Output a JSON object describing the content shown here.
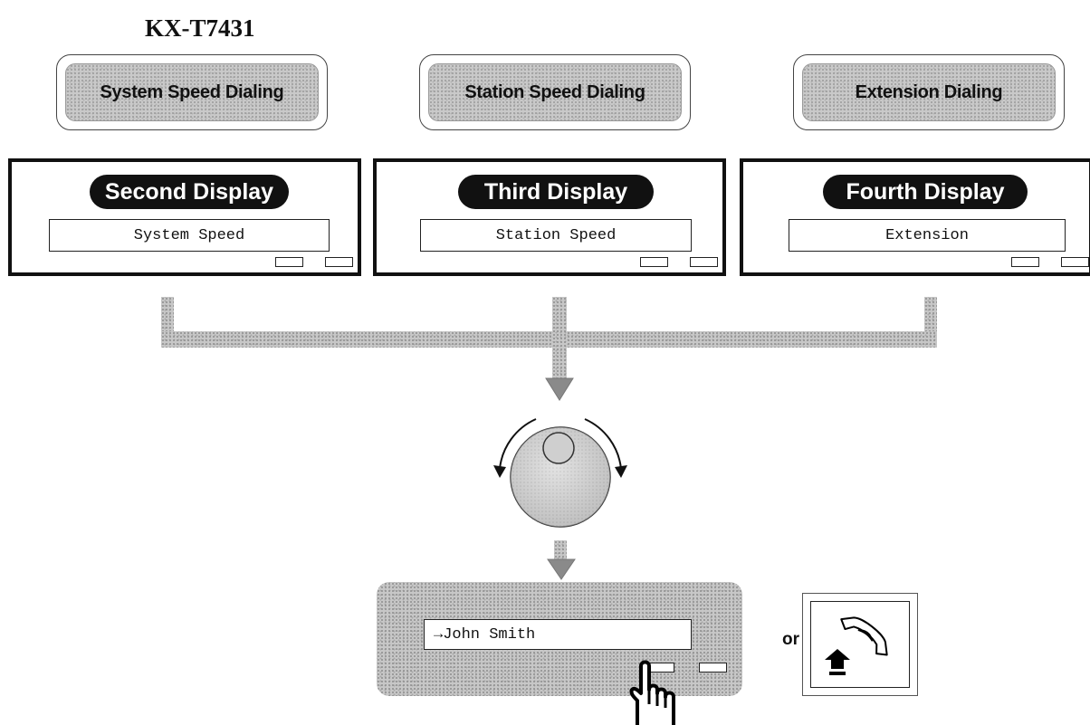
{
  "model": "KX-T7431",
  "modes": [
    {
      "label": "System Speed Dialing"
    },
    {
      "label": "Station Speed Dialing"
    },
    {
      "label": "Extension Dialing"
    }
  ],
  "displays": [
    {
      "title": "Second Display",
      "text": "System Speed"
    },
    {
      "title": "Third Display",
      "text": "Station Speed"
    },
    {
      "title": "Fourth Display",
      "text": "Extension"
    }
  ],
  "final_display": {
    "text": "→John Smith"
  },
  "or_label": "or",
  "icons": {
    "jog_dial": "jog-dial-icon",
    "press": "pointing-hand-icon",
    "offhook": "handset-offhook-icon"
  }
}
